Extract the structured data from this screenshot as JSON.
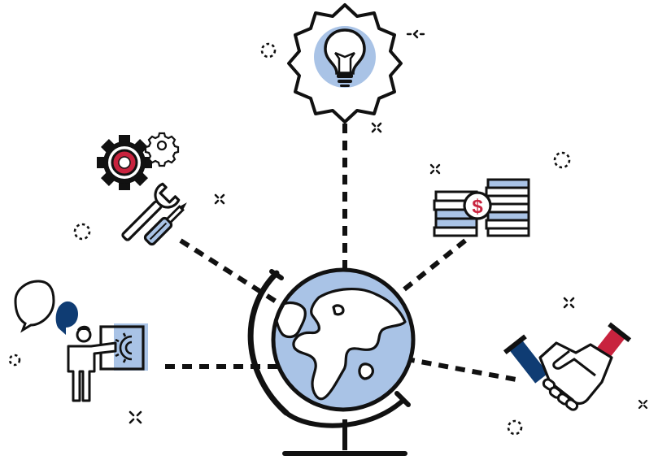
{
  "colors": {
    "ink": "#111111",
    "light_blue": "#a9c3e6",
    "navy": "#0f3c73",
    "red": "#c8233e",
    "white": "#ffffff"
  },
  "diagram": {
    "center": {
      "icon": "globe-on-stand-icon"
    },
    "nodes": [
      {
        "id": "idea",
        "icon": "lightbulb-badge-icon"
      },
      {
        "id": "tools",
        "icon": "gears-and-tools-icon"
      },
      {
        "id": "money",
        "icon": "coin-stacks-dollar-icon"
      },
      {
        "id": "presenter",
        "icon": "presenter-with-board-icon"
      },
      {
        "id": "partnership",
        "icon": "handshake-icon"
      }
    ]
  }
}
